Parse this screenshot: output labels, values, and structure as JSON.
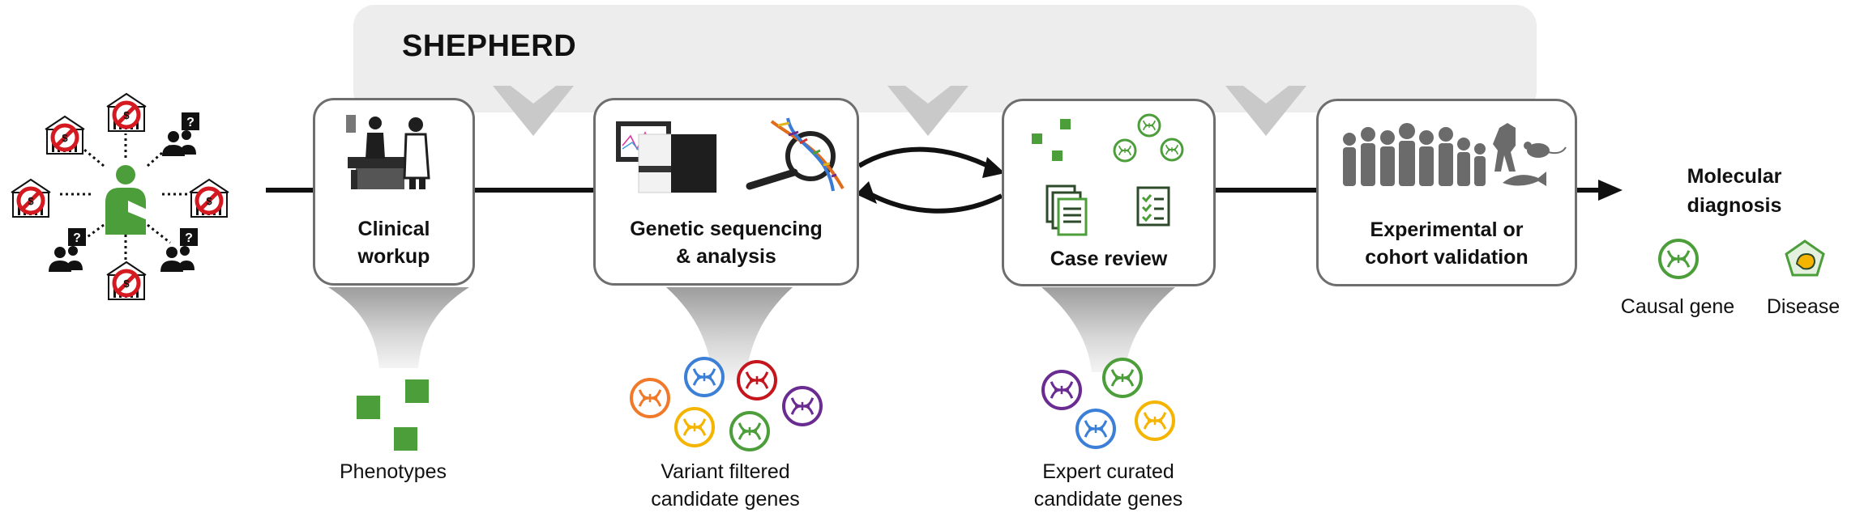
{
  "banner": {
    "title": "SHEPHERD"
  },
  "stages": [
    {
      "label_line1": "Clinical",
      "label_line2": "workup"
    },
    {
      "label_line1": "Genetic sequencing",
      "label_line2": "& analysis"
    },
    {
      "label_line1": "Case review",
      "label_line2": ""
    },
    {
      "label_line1": "Experimental or",
      "label_line2": "cohort validation"
    }
  ],
  "outputs": {
    "phenotypes": {
      "line1": "Phenotypes",
      "line2": ""
    },
    "variant_genes": {
      "line1": "Variant filtered",
      "line2": "candidate genes"
    },
    "curated_genes": {
      "line1": "Expert curated",
      "line2": "candidate genes"
    }
  },
  "diagnosis": {
    "title_line1": "Molecular",
    "title_line2": "diagnosis",
    "causal_gene": "Causal gene",
    "disease": "Disease"
  },
  "patient_network": {
    "question_mark": "?"
  },
  "colors": {
    "green": "#4c9e3a",
    "banner_gray": "#ededed",
    "box_border": "#6e6e6e",
    "funnel_gray": "#cfcfcf",
    "gene_orange": "#f07a2a",
    "gene_blue": "#3b7fd6",
    "gene_red": "#c4161c",
    "gene_purple": "#6a2c91",
    "gene_yellow": "#f4b400",
    "gene_green": "#4c9e3a",
    "hospital_red": "#d41920"
  },
  "icons": [
    "patient-icon",
    "hospital-icon",
    "question-person-icon",
    "doctor-exam-icon",
    "sequencer-icon",
    "magnifier-dna-icon",
    "documents-icon",
    "checklist-icon",
    "crowd-icon",
    "animal-models-icon",
    "gene-icon",
    "disease-brain-icon"
  ]
}
